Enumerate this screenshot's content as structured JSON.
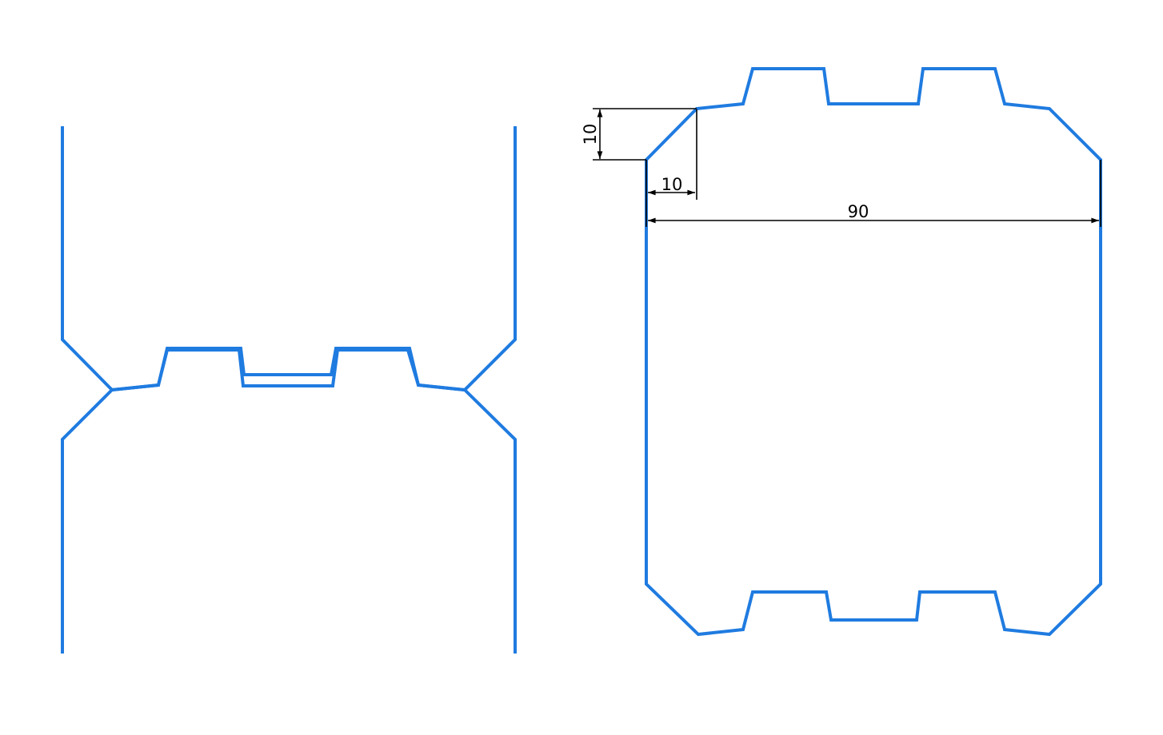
{
  "colors": {
    "profile": "#1f7be0",
    "dimension": "#000000",
    "background": "#ffffff"
  },
  "dimensions": {
    "vertical_chamfer": "10",
    "horizontal_chamfer": "10",
    "overall_width": "90"
  }
}
